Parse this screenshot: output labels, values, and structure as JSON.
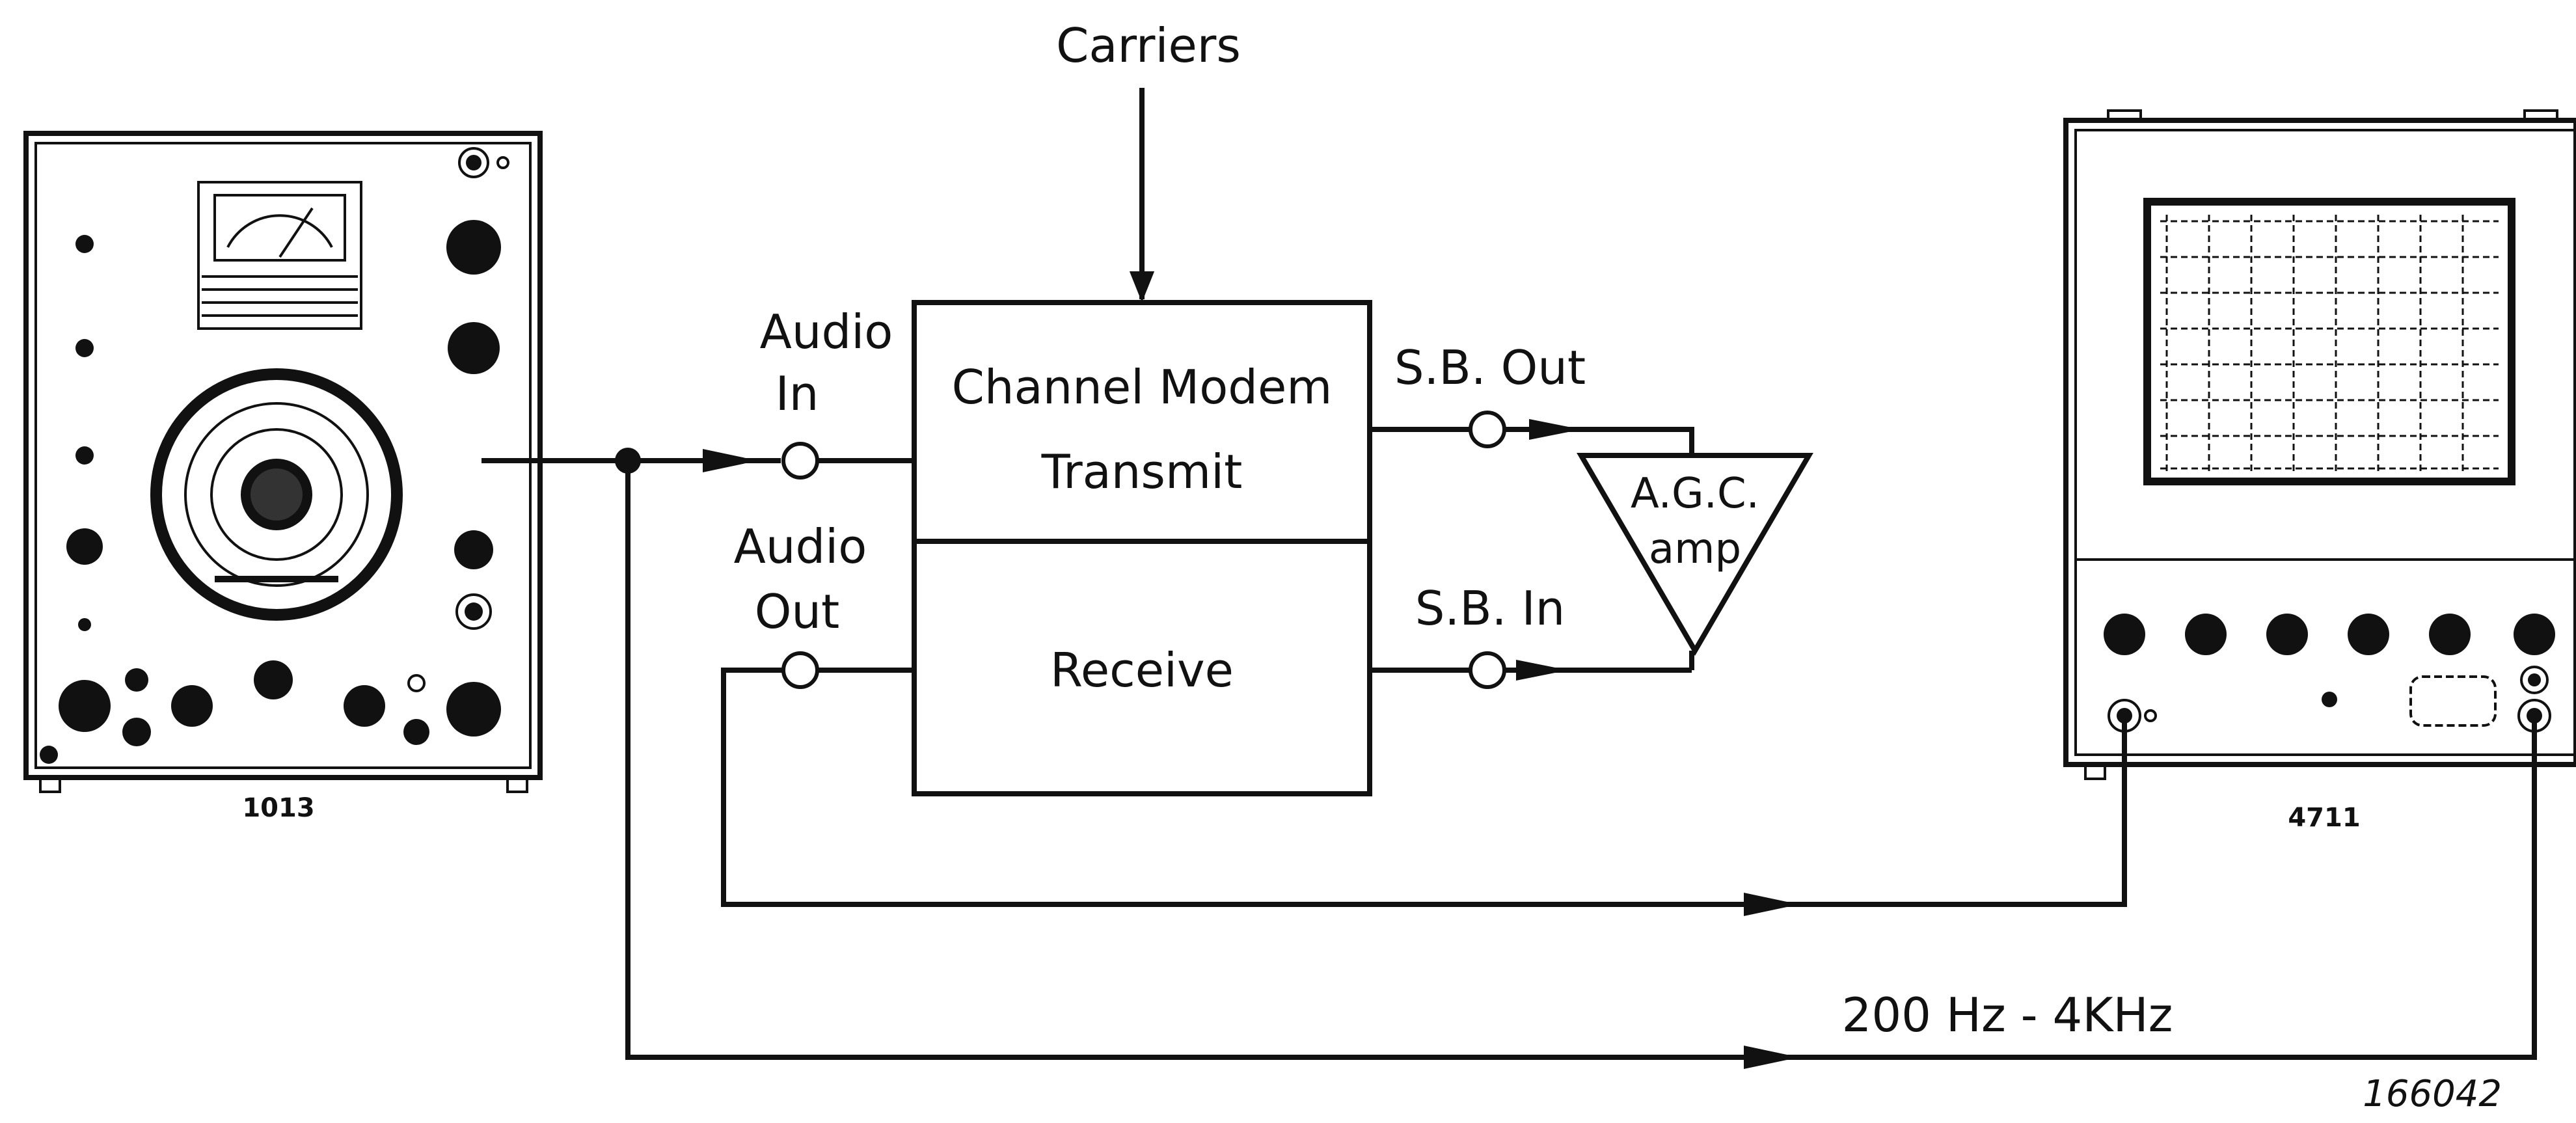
{
  "labels": {
    "carriers": "Carriers",
    "audio_in_1": "Audio",
    "audio_in_2": "In",
    "audio_out_1": "Audio",
    "audio_out_2": "Out",
    "modem_line1": "Channel Modem",
    "modem_line2": "Transmit",
    "receive": "Receive",
    "sb_out": "S.B. Out",
    "sb_in": "S.B.  In",
    "agc_line1": "A.G.C.",
    "agc_line2": "amp",
    "freq_range": "200 Hz - 4KHz",
    "instrument_left": "1013",
    "instrument_right": "4711",
    "figure_id": "166042"
  }
}
